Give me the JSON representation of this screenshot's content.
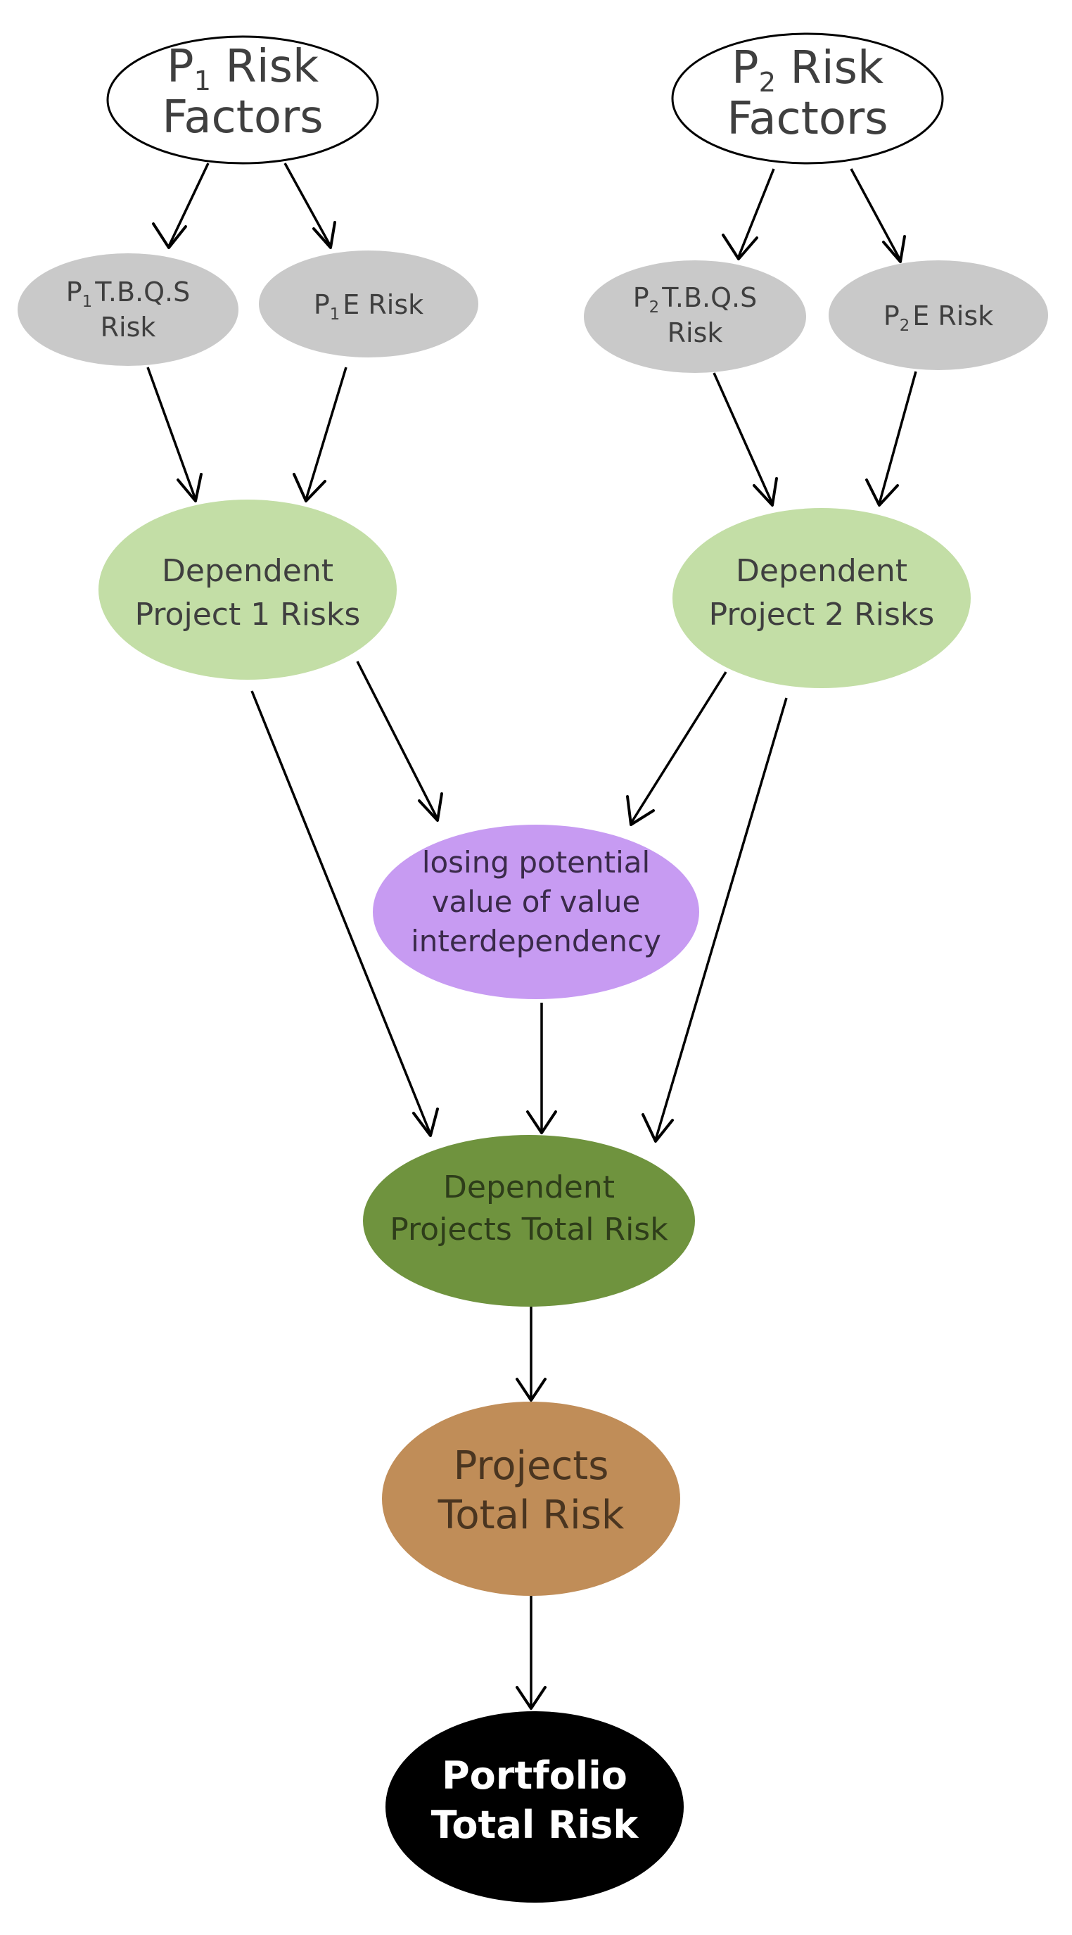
{
  "nodes": {
    "p1_risk_factors": {
      "prefix": "P",
      "sub": "1",
      "rest": " Risk",
      "line2": "Factors"
    },
    "p2_risk_factors": {
      "prefix": "P",
      "sub": "2",
      "rest": " Risk",
      "line2": "Factors"
    },
    "p1_tbqs_risk": {
      "prefix": "P",
      "sub": "1",
      "rest": "T.B.Q.S",
      "line2": "Risk"
    },
    "p1_e_risk": {
      "prefix": "P",
      "sub": "1",
      "rest": "E Risk"
    },
    "p2_tbqs_risk": {
      "prefix": "P",
      "sub": "2",
      "rest": "T.B.Q.S",
      "line2": "Risk"
    },
    "p2_e_risk": {
      "prefix": "P",
      "sub": "2",
      "rest": "E Risk"
    },
    "dependent_project_1_risks": {
      "line1": "Dependent",
      "line2": "Project 1 Risks"
    },
    "dependent_project_2_risks": {
      "line1": "Dependent",
      "line2": "Project 2 Risks"
    },
    "losing_potential_value": {
      "line1": "losing potential",
      "line2": "value of value",
      "line3": "interdependency"
    },
    "dependent_projects_total_risk": {
      "line1": "Dependent",
      "line2": "Projects Total Risk"
    },
    "projects_total_risk": {
      "line1": "Projects",
      "line2": "Total Risk"
    },
    "portfolio_total_risk": {
      "line1": "Portfolio",
      "line2": "Total Risk"
    }
  },
  "colors": {
    "plain": "#ffffff",
    "gray": "#c9c9c9",
    "light_green": "#c3dea6",
    "purple": "#c79bf2",
    "olive_green": "#6f933e",
    "brown": "#c08d58",
    "black": "#000000"
  }
}
